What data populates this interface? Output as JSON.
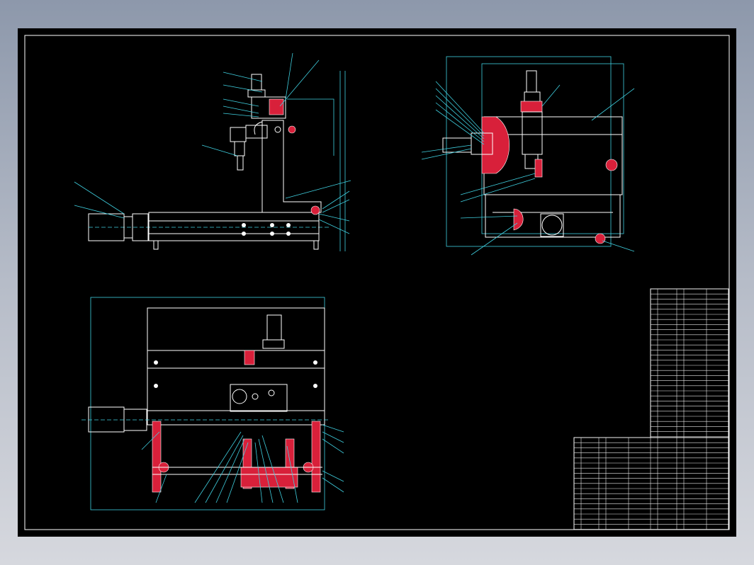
{
  "window": {
    "background_top": "#8d98ab",
    "background_bottom": "#d6d8de"
  },
  "drawing": {
    "background": "#000000",
    "line_color": "#ffffff",
    "dimension_color": "#3fd0e0",
    "section_color": "#d8203a"
  },
  "views": [
    {
      "name": "front-view"
    },
    {
      "name": "side-view"
    },
    {
      "name": "top-view"
    }
  ],
  "technical_notes": {
    "heading": "",
    "lines": [
      "",
      "",
      "",
      "",
      ""
    ]
  },
  "parts_list": {
    "rows": 49
  }
}
